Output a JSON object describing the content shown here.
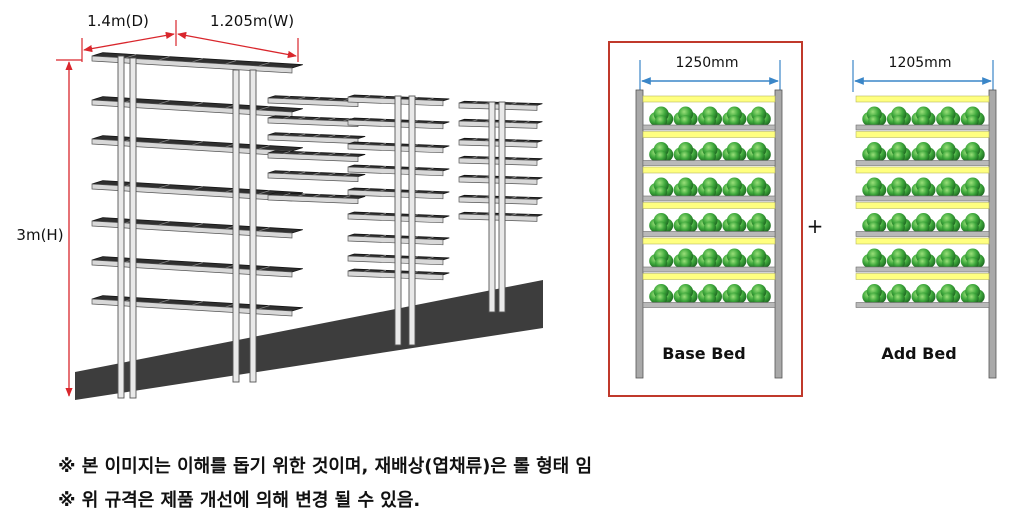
{
  "rack_3d": {
    "depth_label": "1.4m(D)",
    "width_label": "1.205m(W)",
    "height_label": "3m(H)"
  },
  "base_bed": {
    "width_label": "1250mm",
    "caption": "Base Bed",
    "tiers": 6,
    "plants_per_tier": 5
  },
  "plus_sign": "+",
  "add_bed": {
    "width_label": "1205mm",
    "caption": "Add Bed",
    "tiers": 6,
    "plants_per_tier": 5
  },
  "notes": {
    "line1": "※ 본 이미지는 이해를 돕기 위한 것이며, 재배상(엽채류)은 롤 형태 임",
    "line2": "※ 위 규격은 제품 개선에 의해 변경 될 수 있음."
  },
  "colors": {
    "highlight_box": "#c0392b",
    "dimension_arrow": "#3a86c8",
    "red_dimension": "#d9262c",
    "led_bar": "#ffff80",
    "lettuce": "#3aa13a",
    "floor": "#3d3d3d"
  }
}
